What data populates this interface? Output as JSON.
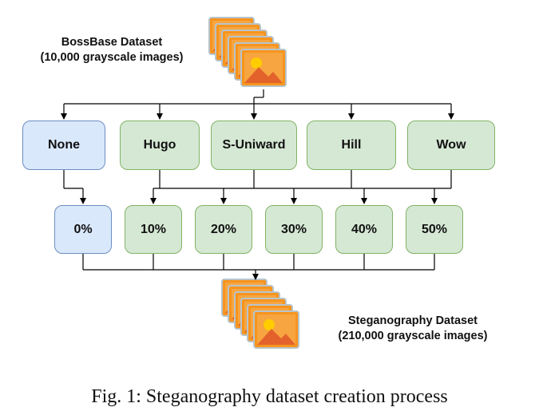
{
  "source": {
    "title": "BossBase Dataset",
    "subtitle": "(10,000 grayscale images)",
    "icon": "image-stack-icon"
  },
  "algorithms": [
    "None",
    "Hugo",
    "S-Uniward",
    "Hill",
    "Wow"
  ],
  "rates": [
    "0%",
    "10%",
    "20%",
    "30%",
    "40%",
    "50%"
  ],
  "output": {
    "title": "Steganography Dataset",
    "subtitle": "(210,000 grayscale images)",
    "icon": "image-stack-icon"
  },
  "caption": "Fig. 1: Steganography dataset creation process",
  "colors": {
    "blue_fill": "#dae8fc",
    "blue_stroke": "#6c8ebf",
    "green_fill": "#d5e8d4",
    "green_stroke": "#82b366",
    "image_orange": "#f7941d",
    "image_sun": "#ffcc00",
    "image_mountain": "#e3622c"
  }
}
